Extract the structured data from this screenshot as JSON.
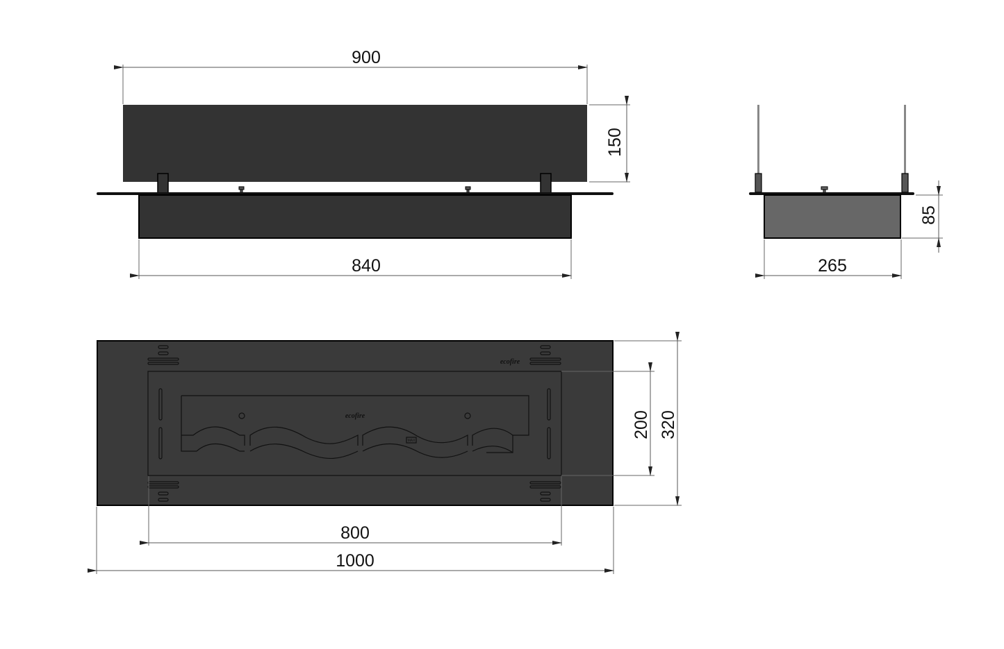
{
  "drawing": {
    "type": "technical-dimension-drawing",
    "subject": "bio fireplace burner insert",
    "colors": {
      "background": "#ffffff",
      "body_dark": "#333333",
      "top_plate": "#3a3a3a",
      "side_box": "#676767",
      "glass": "#888888",
      "dimension_line": "#555555",
      "text": "#111111"
    }
  },
  "front_view": {
    "dimensions": {
      "glass_width": "900",
      "glass_height": "150",
      "box_width": "840"
    }
  },
  "side_view": {
    "dimensions": {
      "box_height": "85",
      "box_depth": "265"
    }
  },
  "top_view": {
    "dimensions": {
      "opening_height": "200",
      "total_depth": "320",
      "opening_width": "800",
      "total_width": "1000"
    },
    "logos": [
      "ecofire",
      "ecofire"
    ],
    "max_label": "MAX"
  }
}
